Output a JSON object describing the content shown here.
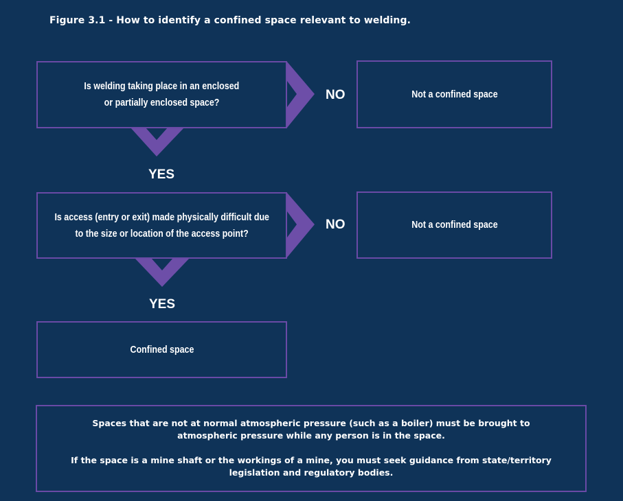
{
  "title": "Figure 3.1 - How to identify a confined space relevant to welding.",
  "colors": {
    "background": "#0f3358",
    "border": "#6a4aa6",
    "arrow": "#6d4ea8",
    "text": "#ffffff"
  },
  "question1": {
    "line1": "Is welding taking place in an enclosed",
    "line2": "or partially enclosed space?"
  },
  "question2": {
    "line1": "Is access (entry or exit) made physically difficult due",
    "line2": "to the size or location of the access point?"
  },
  "result1": "Not a confined space",
  "result2": "Not a confined space",
  "final_result": "Confined space",
  "labels": {
    "no1": "NO",
    "no2": "NO",
    "yes1": "YES",
    "yes2": "YES"
  },
  "note": {
    "paragraph1": "Spaces that are not at normal atmospheric pressure (such as a boiler) must be brought to atmospheric pressure while any person is in the space.",
    "paragraph2": "If the space is a mine shaft or the workings of a mine, you must seek guidance from state/territory legislation and regulatory bodies."
  }
}
